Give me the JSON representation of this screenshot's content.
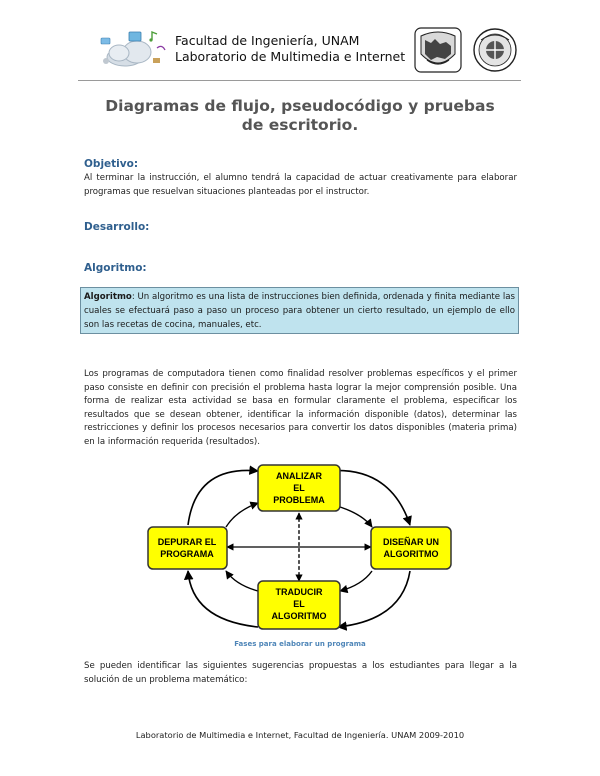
{
  "header": {
    "line1": "Facultad de Ingeniería, UNAM",
    "line2": "Laboratorio de Multimedia e Internet"
  },
  "title": "Diagramas de flujo, pseudocódigo y pruebas de escritorio.",
  "objetivo": {
    "heading": "Objetivo:",
    "text": "Al terminar la instrucción, el alumno tendrá la capacidad de actuar creativamente para elaborar programas que resuelvan situaciones planteadas por el instructor."
  },
  "desarrollo": {
    "heading": "Desarrollo:"
  },
  "algoritmo": {
    "heading": "Algoritmo:",
    "term": "Algoritmo",
    "definition": ": Un algoritmo es una lista de instrucciones bien definida, ordenada y finita mediante las cuales se efectuará paso a paso un proceso para obtener un cierto resultado, un ejemplo de ello son las recetas de cocina, manuales, etc."
  },
  "body_text": "Los programas de computadora tienen como finalidad resolver problemas específicos y el primer paso consiste en definir con precisión el problema hasta lograr la mejor comprensión posible. Una forma de realizar esta actividad se basa en formular claramente el problema, especificar los resultados que se desean obtener, identificar la información disponible (datos), determinar las restricciones y definir los procesos necesarios para convertir los datos disponibles (materia prima) en la información requerida (resultados).",
  "diagram": {
    "top": [
      "ANALIZAR",
      "EL",
      "PROBLEMA"
    ],
    "right": [
      "DISEÑAR UN",
      "ALGORITMO"
    ],
    "bottom": [
      "TRADUCIR",
      "EL",
      "ALGORITMO"
    ],
    "left": [
      "DEPURAR EL",
      "PROGRAMA"
    ],
    "box_color": "#ffff00",
    "caption": "Fases para elaborar un programa"
  },
  "closing_text": "Se pueden identificar las siguientes sugerencias propuestas a los estudiantes para llegar a la solución de un problema matemático:",
  "footer": "Laboratorio de Multimedia e Internet, Facultad de Ingeniería. UNAM 2009-2010"
}
